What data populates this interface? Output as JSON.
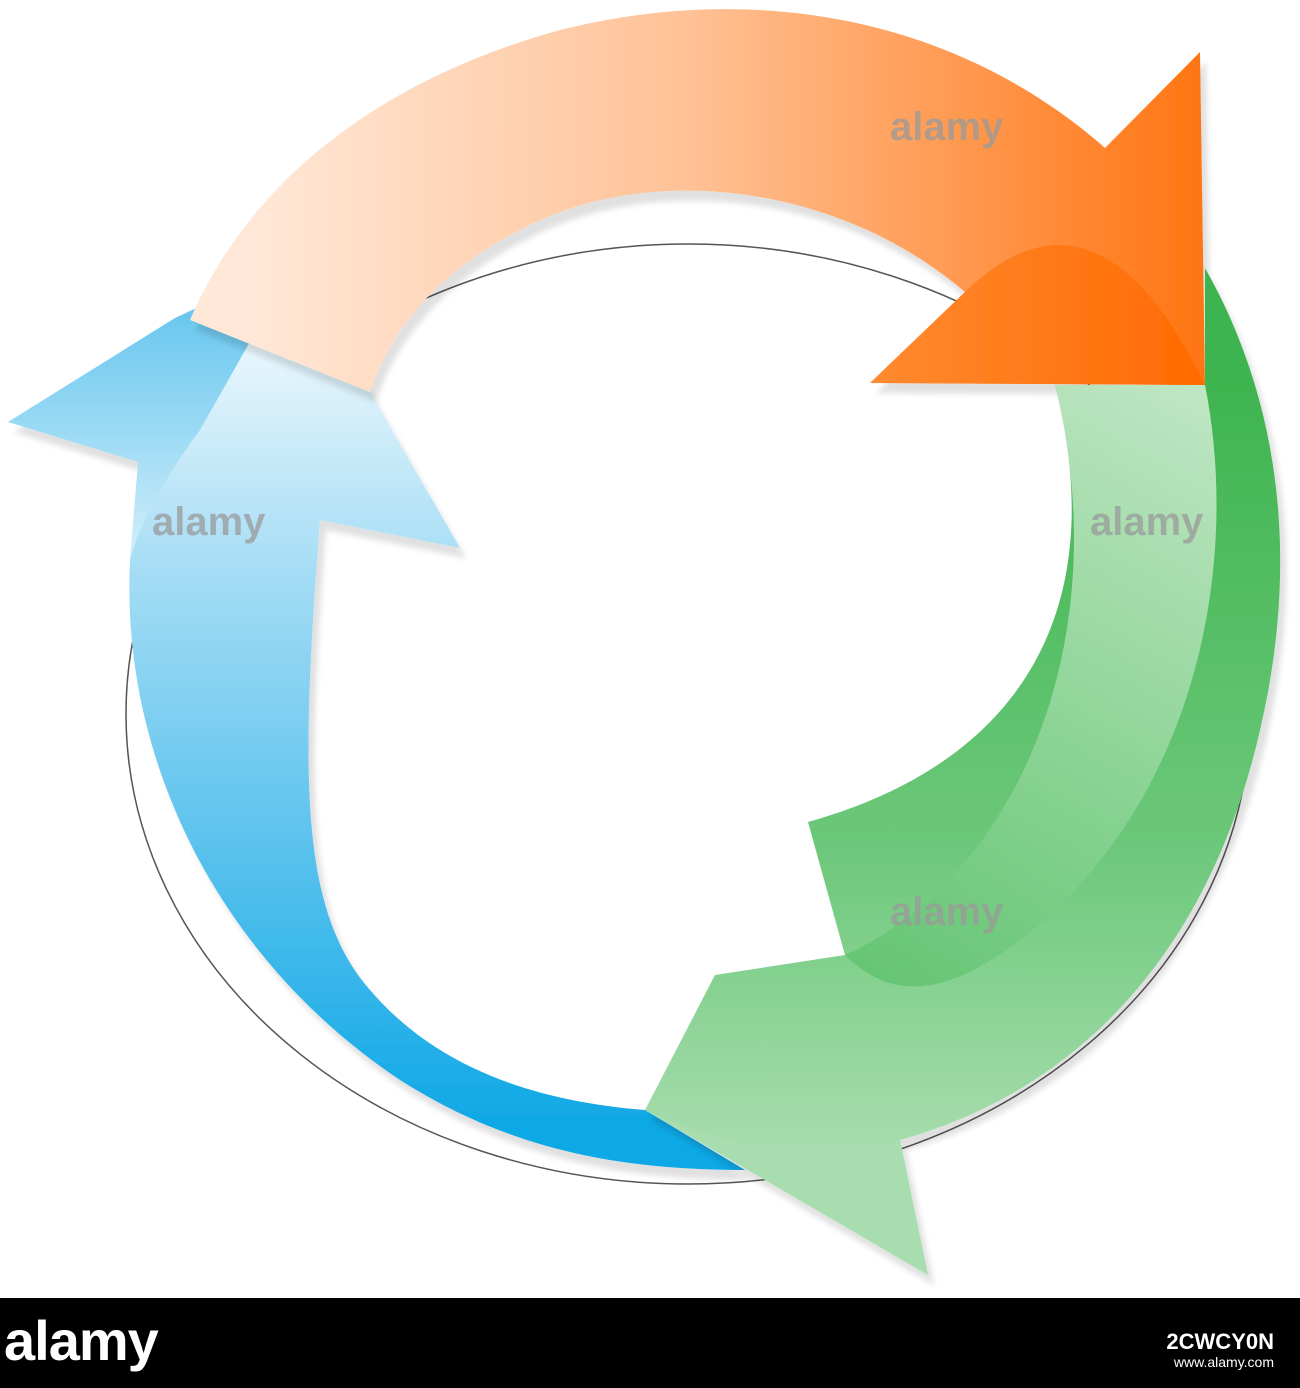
{
  "diagram": {
    "arrows": [
      {
        "name": "orange",
        "color_dark": "#FF7A1A",
        "color_light": "#FFE8D8"
      },
      {
        "name": "green",
        "color_dark": "#4DBB5F",
        "color_light": "#CDEBCF"
      },
      {
        "name": "blue",
        "color_dark": "#14ABE6",
        "color_light": "#FFFFFF"
      }
    ],
    "watermark_text": "alamy",
    "watermark_color": "#9A9A9A"
  },
  "footer": {
    "logo": "alamy",
    "image_id": "2CWCY0N",
    "url": "www.alamy.com"
  }
}
